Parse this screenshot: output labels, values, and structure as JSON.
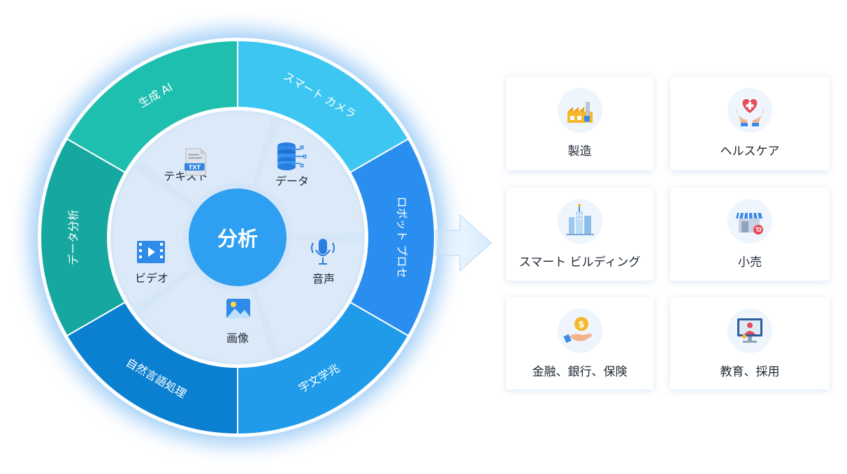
{
  "center": {
    "label": "分析"
  },
  "outer_ring": [
    {
      "label": "生成 AI",
      "color": "#1fbfb0"
    },
    {
      "label": "スマート カメラ",
      "color": "#3ec6f2"
    },
    {
      "label": "ロボット プロセ",
      "color": "#2a8ef0"
    },
    {
      "label": "宇文学兆",
      "color": "#1f9bea"
    },
    {
      "label": "自然言語処理",
      "color": "#0b7fd0"
    },
    {
      "label": "データ分析",
      "color": "#15a7a0"
    }
  ],
  "inner_ring": [
    {
      "label": "テキスト",
      "icon": "txt-file-icon"
    },
    {
      "label": "データ",
      "icon": "database-icon"
    },
    {
      "label": "音声",
      "icon": "microphone-icon"
    },
    {
      "label": "画像",
      "icon": "image-icon"
    },
    {
      "label": "ビデオ",
      "icon": "video-icon"
    }
  ],
  "industries": [
    {
      "label": "製造",
      "icon": "factory-icon"
    },
    {
      "label": "ヘルスケア",
      "icon": "heart-hands-icon"
    },
    {
      "label": "スマート ビルディング",
      "icon": "buildings-icon"
    },
    {
      "label": "小売",
      "icon": "store-icon"
    },
    {
      "label": "金融、銀行、保険",
      "icon": "coin-hand-icon"
    },
    {
      "label": "教育、採用",
      "icon": "monitor-teacher-icon"
    }
  ]
}
